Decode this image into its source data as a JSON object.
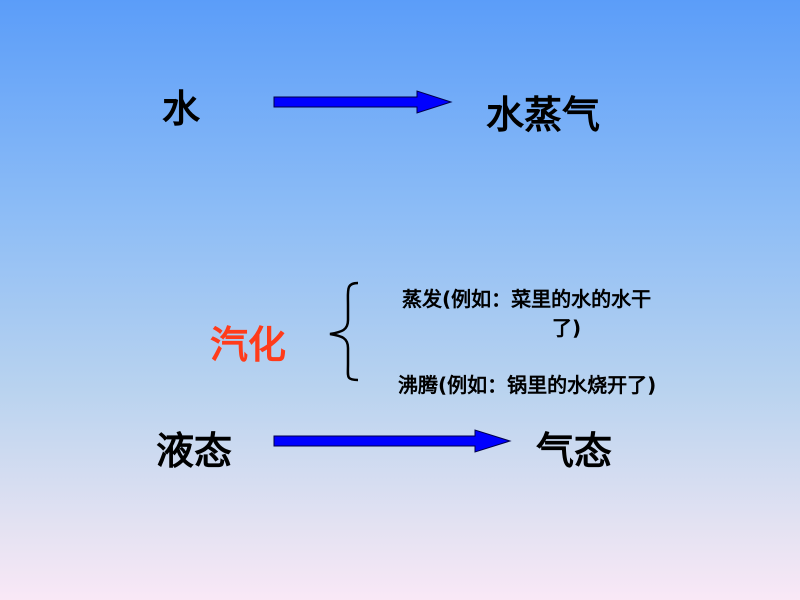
{
  "top_row": {
    "from": "水",
    "to": "水蒸气"
  },
  "vaporization": {
    "label": "汽化",
    "label_color": "#ff3b1a",
    "evaporation_line1": "蒸发(例如：菜里的水的水干",
    "evaporation_line2": "了)",
    "boiling": "沸腾(例如：锅里的水烧开了)"
  },
  "bottom_row": {
    "from": "液态",
    "to": "气态"
  },
  "arrow_color": "#0000ff"
}
